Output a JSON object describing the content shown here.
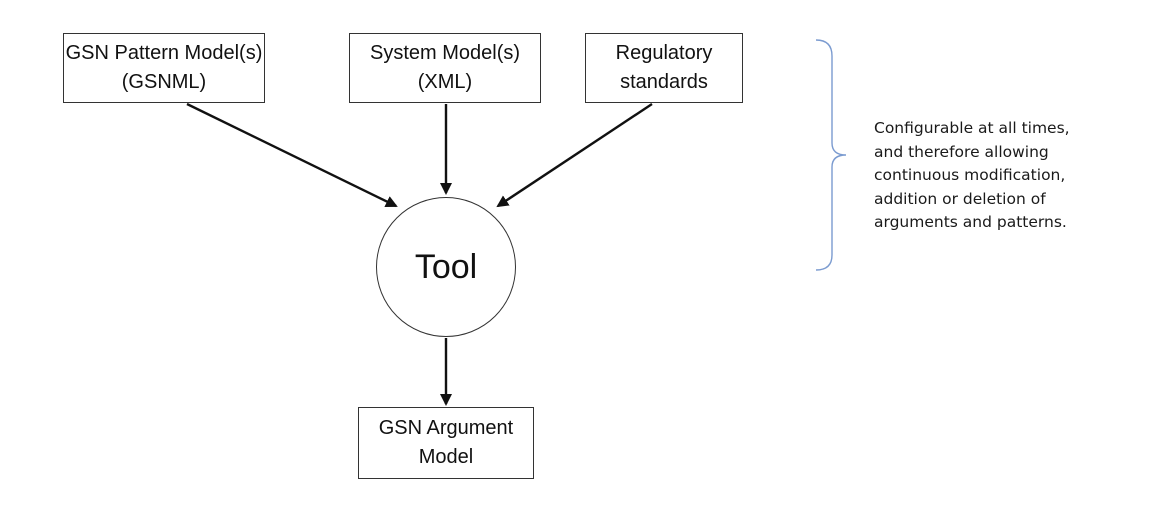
{
  "diagram": {
    "inputs": {
      "gsn_pattern": {
        "line1": "GSN Pattern Model(s)",
        "line2": "(GSNML)"
      },
      "system_model": {
        "line1": "System Model(s)",
        "line2": "(XML)"
      },
      "regulatory": {
        "line1": "Regulatory",
        "line2": "standards"
      }
    },
    "tool": {
      "label": "Tool"
    },
    "output": {
      "line1": "GSN Argument",
      "line2": "Model"
    },
    "note": {
      "lines": [
        "Configurable at all times,",
        "and therefore allowing",
        "continuous modification,",
        "addition or deletion of",
        "arguments and patterns."
      ]
    },
    "colors": {
      "box_border": "#333333",
      "arrow": "#111111",
      "bracket": "#7b9bd0"
    }
  }
}
